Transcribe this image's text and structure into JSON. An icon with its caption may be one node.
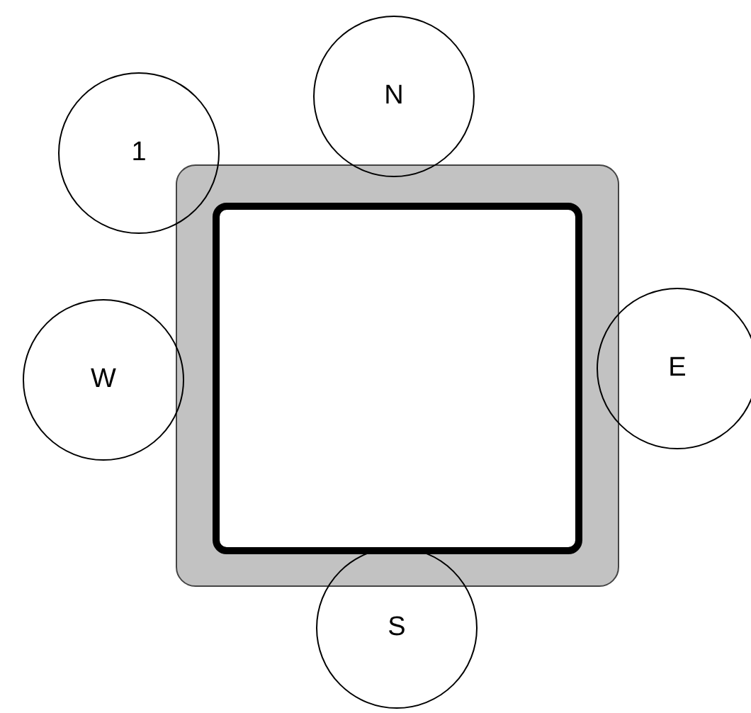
{
  "diagram": {
    "nodes": [
      {
        "text": [
          "N"
        ]
      },
      {
        "text": [
          "1"
        ]
      },
      {
        "text": [],
        "shape": "box"
      },
      {
        "text": [],
        "shape": "box",
        "in": 2
      },
      {
        "text": [
          "W"
        ]
      },
      {
        "text": [
          "E"
        ]
      },
      {
        "text": [
          "S"
        ]
      }
    ]
  }
}
